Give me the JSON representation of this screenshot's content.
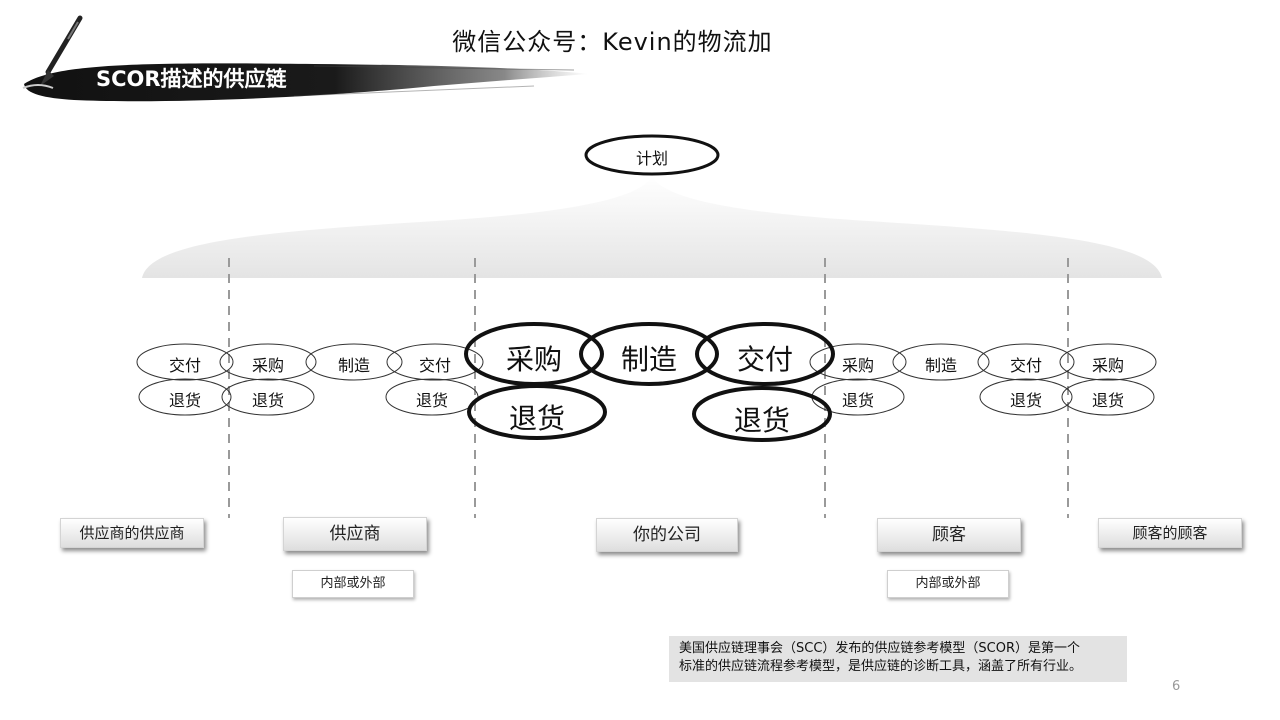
{
  "header": {
    "wechat_title": "微信公众号：Kevin的物流加",
    "slide_title": "SCOR描述的供应链"
  },
  "plan": {
    "label": "计划"
  },
  "small_ellipses": {
    "s1_deliver": "交付",
    "s1_return": "退货",
    "s2_source": "采购",
    "s2_return": "退货",
    "s3_make": "制造",
    "s4_deliver": "交付",
    "s4_return": "退货",
    "c1_source": "采购",
    "c1_return": "退货",
    "c2_make": "制造",
    "c3_deliver": "交付",
    "c3_return": "退货",
    "c4_source": "采购",
    "c4_return": "退货"
  },
  "company_ellipses": {
    "source": "采购",
    "make": "制造",
    "deliver": "交付",
    "source_return": "退货",
    "deliver_return": "退货"
  },
  "entities": {
    "suppliers_supplier": "供应商的供应商",
    "supplier": "供应商",
    "your_company": "你的公司",
    "customer": "顾客",
    "customers_customer": "顾客的顾客"
  },
  "sub_labels": {
    "supplier_scope": "内部或外部",
    "customer_scope": "内部或外部"
  },
  "note": {
    "line1": "美国供应链理事会（SCC）发布的供应链参考模型（SCOR）是第一个",
    "line2": "标准的供应链流程参考模型，是供应链的诊断工具，涵盖了所有行业。"
  },
  "page_number": "6",
  "colors": {
    "ink": "#111111",
    "dash": "#9a9a9a",
    "note_bg": "#e3e3e3"
  },
  "icons": [
    "brush-icon"
  ]
}
